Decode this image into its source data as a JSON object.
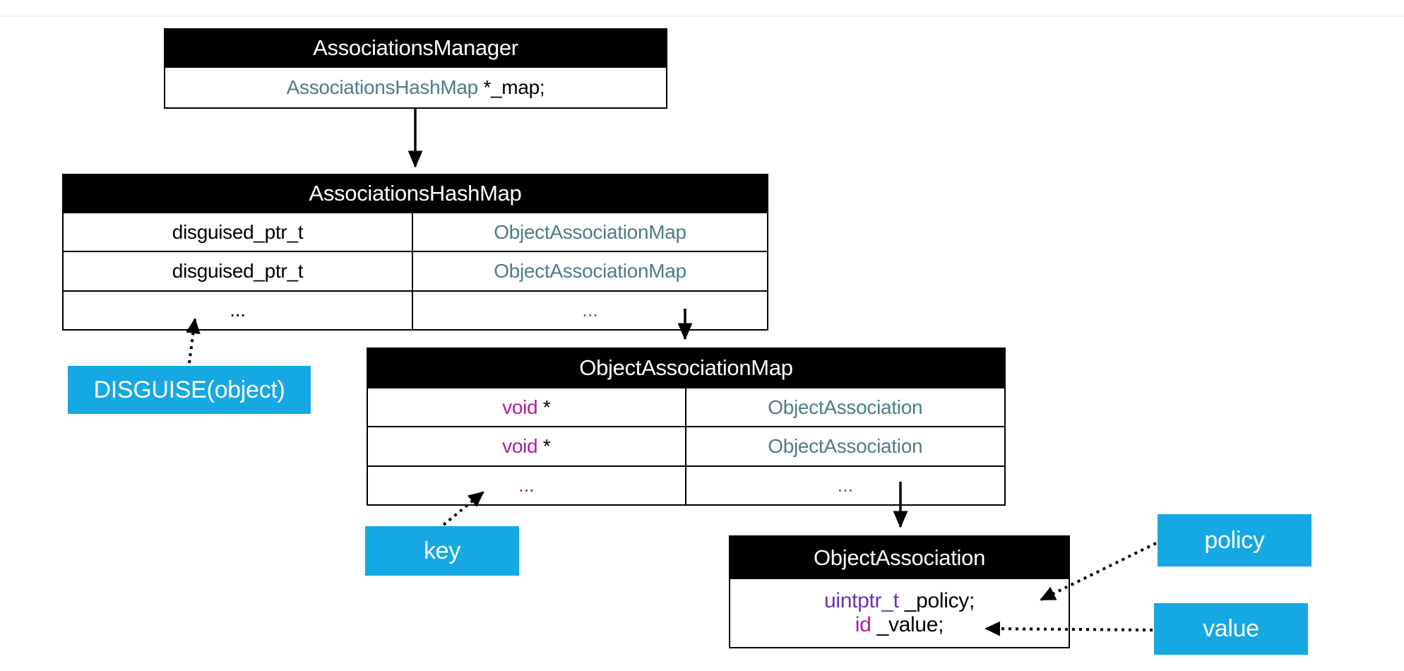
{
  "manager": {
    "title": "AssociationsManager",
    "field": {
      "type": "AssociationsHashMap",
      "rest": " *_map;"
    }
  },
  "hashmap": {
    "title": "AssociationsHashMap",
    "rows": [
      {
        "left": "disguised_ptr_t",
        "right": "ObjectAssociationMap"
      },
      {
        "left": "disguised_ptr_t",
        "right": "ObjectAssociationMap"
      },
      {
        "left": "...",
        "right": "..."
      }
    ]
  },
  "oamap": {
    "title": "ObjectAssociationMap",
    "rows": [
      {
        "left_type": "void",
        "left_rest": " *",
        "right": "ObjectAssociation"
      },
      {
        "left_type": "void",
        "left_rest": " *",
        "right": "ObjectAssociation"
      },
      {
        "left_type": "...",
        "left_rest": "",
        "right": "..."
      }
    ]
  },
  "association": {
    "title": "ObjectAssociation",
    "fields": [
      {
        "type": "uintptr_t",
        "rest": " _policy;"
      },
      {
        "type": "id",
        "rest": " _value;"
      }
    ]
  },
  "labels": {
    "disguise": "DISGUISE(object)",
    "key": "key",
    "policy": "policy",
    "value": "value"
  },
  "colors": {
    "accent_blue": "#15a8e2",
    "type_teal": "#4d7c86",
    "type_magenta": "#b01b9e",
    "type_purple": "#6a36a9",
    "header_bg": "#000000"
  }
}
